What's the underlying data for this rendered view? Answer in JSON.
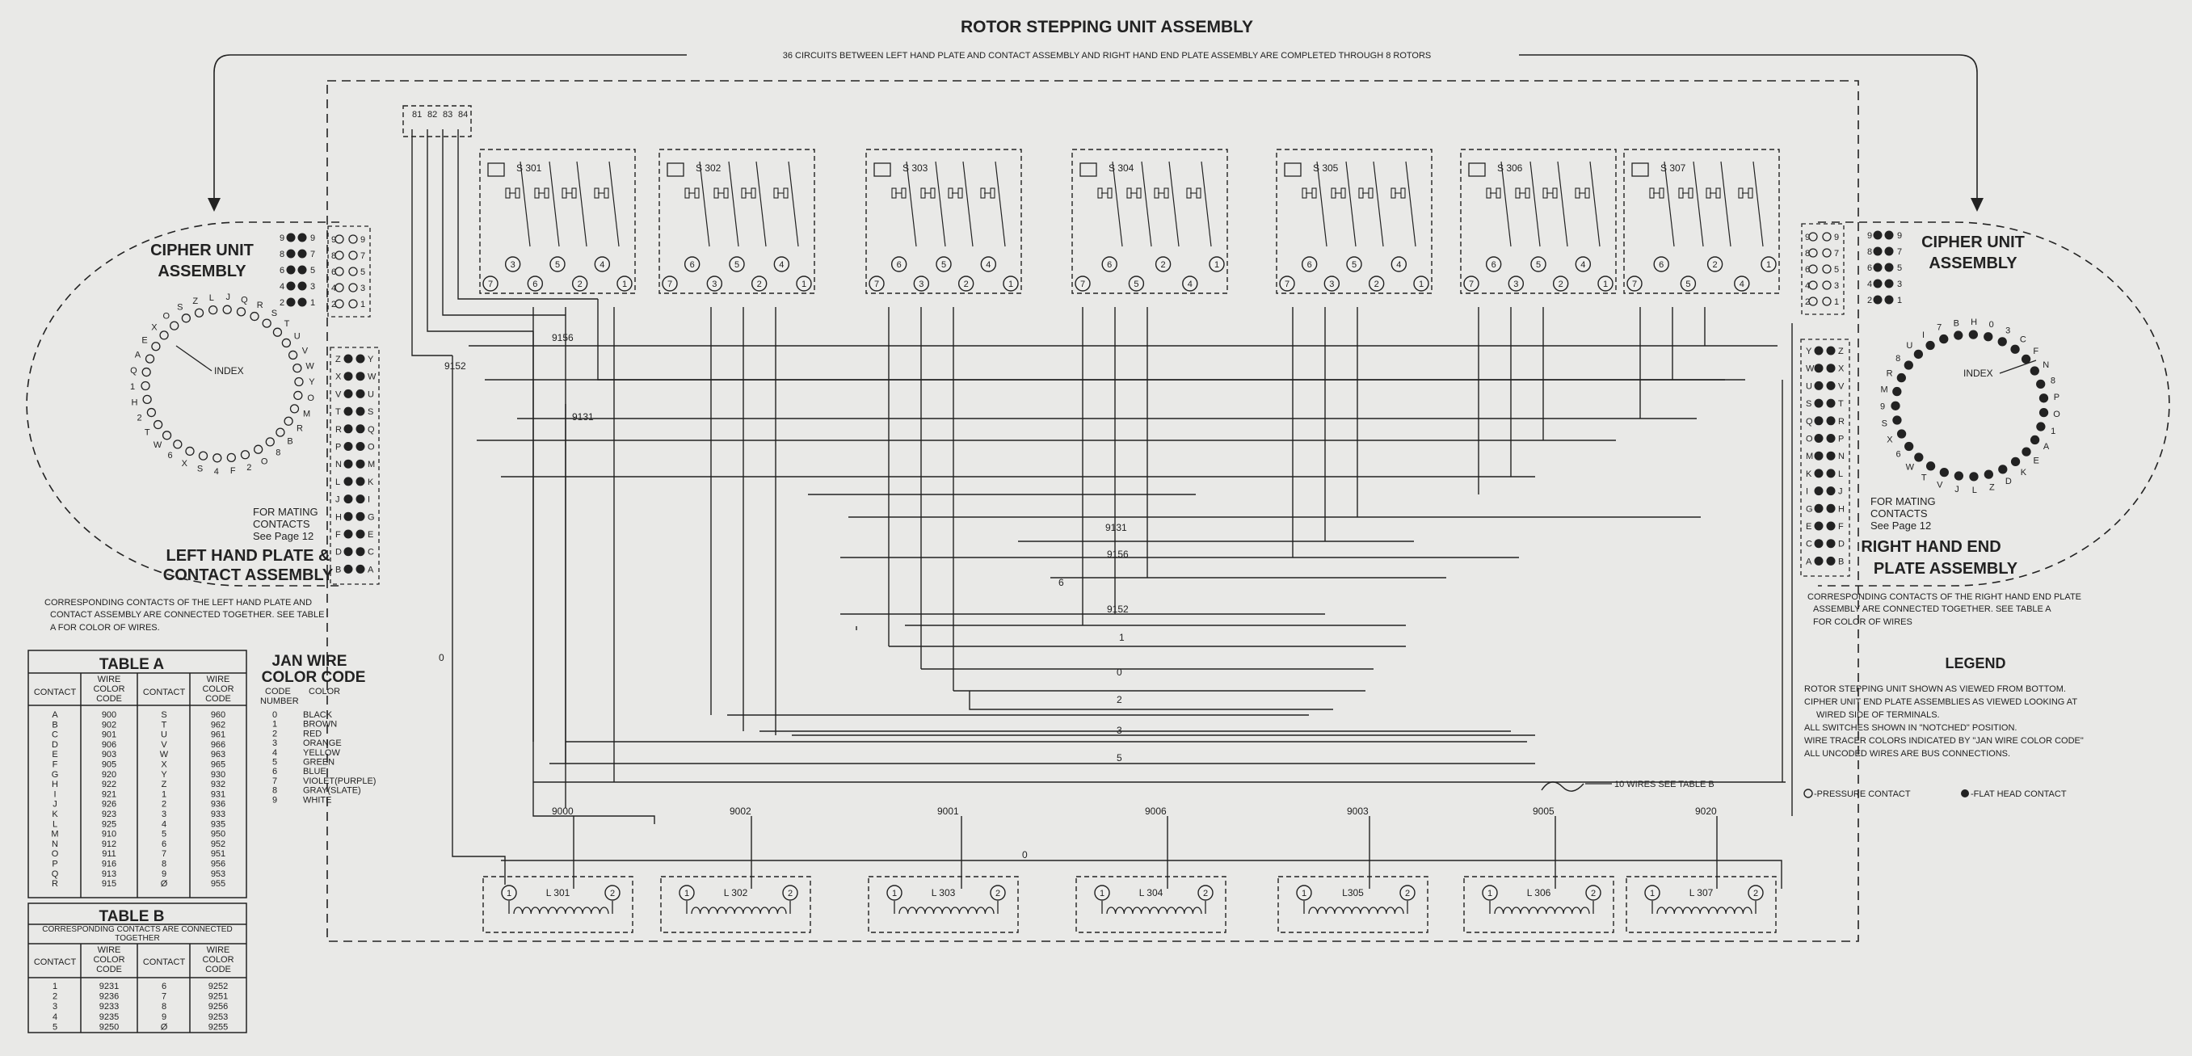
{
  "title": "ROTOR STEPPING UNIT ASSEMBLY",
  "circuits_note": "36 CIRCUITS BETWEEN LEFT HAND PLATE AND CONTACT ASSEMBLY AND RIGHT HAND END PLATE ASSEMBLY ARE COMPLETED THROUGH 8 ROTORS",
  "bus_box": {
    "labels": [
      "81",
      "82",
      "83",
      "84"
    ]
  },
  "switches": [
    {
      "label": "S 301",
      "terminals": [
        "7",
        "3",
        "6",
        "5",
        "2",
        "4",
        "1"
      ]
    },
    {
      "label": "S 302",
      "terminals": [
        "7",
        "6",
        "3",
        "5",
        "2",
        "4",
        "1"
      ]
    },
    {
      "label": "S 303",
      "terminals": [
        "7",
        "6",
        "3",
        "5",
        "2",
        "4",
        "1"
      ]
    },
    {
      "label": "S 304",
      "terminals": [
        "7",
        "6",
        "5",
        "2",
        "4",
        "1"
      ]
    },
    {
      "label": "S 305",
      "terminals": [
        "7",
        "6",
        "3",
        "5",
        "2",
        "4",
        "1"
      ]
    },
    {
      "label": "S 306",
      "terminals": [
        "7",
        "6",
        "3",
        "5",
        "2",
        "4",
        "1"
      ]
    },
    {
      "label": "S 307",
      "terminals": [
        "7",
        "6",
        "5",
        "2",
        "4",
        "1"
      ]
    }
  ],
  "coils": [
    {
      "label": "L 301",
      "wire": "9000"
    },
    {
      "label": "L 302",
      "wire": "9002"
    },
    {
      "label": "L 303",
      "wire": "9001"
    },
    {
      "label": "L 304",
      "wire": "9006"
    },
    {
      "label": "L305",
      "wire": "9003"
    },
    {
      "label": "L 306",
      "wire": "9005"
    },
    {
      "label": "L 307",
      "wire": "9020"
    }
  ],
  "coil_terminals": [
    "1",
    "2"
  ],
  "wire_labels": {
    "w9156a": "9156",
    "w9152a": "9152",
    "w9131a": "9131",
    "w9131b": "9131",
    "w9156b": "9156",
    "w6": "6",
    "w9152b": "9152",
    "w1": "1",
    "w0a": "0",
    "w2": "2",
    "w3": "3",
    "w5": "5",
    "w0b": "0",
    "w0c": "0"
  },
  "ten_wires_note": "10 WIRES SEE TABLE B",
  "left_unit": {
    "cipher_title_1": "CIPHER UNIT",
    "cipher_title_2": "ASSEMBLY",
    "index_label": "INDEX",
    "top_rows": [
      [
        "9",
        "9"
      ],
      [
        "8",
        "7"
      ],
      [
        "6",
        "5"
      ],
      [
        "4",
        "3"
      ],
      [
        "2",
        "1"
      ]
    ],
    "grid_rows": [
      [
        "Z",
        "Y"
      ],
      [
        "X",
        "W"
      ],
      [
        "V",
        "U"
      ],
      [
        "T",
        "S"
      ],
      [
        "R",
        "Q"
      ],
      [
        "P",
        "O"
      ],
      [
        "N",
        "M"
      ],
      [
        "L",
        "K"
      ],
      [
        "J",
        "I"
      ],
      [
        "H",
        "G"
      ],
      [
        "F",
        "E"
      ],
      [
        "D",
        "C"
      ],
      [
        "B",
        "A"
      ]
    ],
    "ring_top": [
      "Q",
      "R",
      "S",
      "T",
      "U",
      "V",
      "W"
    ],
    "ring_left": [
      "1",
      "Q",
      "A",
      "E",
      "X",
      "O",
      "S",
      "Z",
      "L",
      "J"
    ],
    "ring_right": [
      "Y",
      "O",
      "M",
      "R",
      "B",
      "8",
      "O",
      "2",
      "F"
    ],
    "ring_bottom": [
      "4",
      "S",
      "X",
      "6",
      "W",
      "T",
      "2",
      "H"
    ],
    "mating_1": "FOR MATING",
    "mating_2": "CONTACTS",
    "mating_3": "See Page 12",
    "plate_title_1": "LEFT HAND PLATE &",
    "plate_title_2": "CONTACT ASSEMBLY",
    "note": [
      "CORRESPONDING CONTACTS OF THE LEFT HAND PLATE AND",
      "CONTACT ASSEMBLY ARE CONNECTED TOGETHER. SEE TABLE",
      "A  FOR COLOR OF WIRES."
    ]
  },
  "right_unit": {
    "cipher_title_1": "CIPHER UNIT",
    "cipher_title_2": "ASSEMBLY",
    "index_label": "INDEX",
    "top_rows": [
      [
        "9",
        "9"
      ],
      [
        "8",
        "7"
      ],
      [
        "6",
        "5"
      ],
      [
        "4",
        "3"
      ],
      [
        "2",
        "1"
      ]
    ],
    "grid_rows": [
      [
        "Y",
        "Z"
      ],
      [
        "W",
        "X"
      ],
      [
        "U",
        "V"
      ],
      [
        "S",
        "T"
      ],
      [
        "Q",
        "R"
      ],
      [
        "O",
        "P"
      ],
      [
        "M",
        "N"
      ],
      [
        "K",
        "L"
      ],
      [
        "I",
        "J"
      ],
      [
        "G",
        "H"
      ],
      [
        "E",
        "F"
      ],
      [
        "C",
        "D"
      ],
      [
        "A",
        "B"
      ]
    ],
    "ring_top": [
      "0",
      "3",
      "C",
      "F",
      "N",
      "8"
    ],
    "ring_left": [
      "9",
      "M",
      "R",
      "8",
      "U",
      "I",
      "7",
      "B",
      "H"
    ],
    "ring_right": [
      "P",
      "O",
      "1",
      "A",
      "E",
      "K",
      "D",
      "Z",
      "L",
      "J"
    ],
    "ring_bottom": [
      "V",
      "T",
      "W",
      "6",
      "X",
      "S"
    ],
    "mating_1": "FOR MATING",
    "mating_2": "CONTACTS",
    "mating_3": "See Page 12",
    "plate_title_1": "RIGHT HAND END",
    "plate_title_2": "PLATE ASSEMBLY",
    "note": [
      "CORRESPONDING CONTACTS OF THE RIGHT HAND END PLATE",
      "ASSEMBLY ARE CONNECTED TOGETHER. SEE TABLE  A",
      "FOR COLOR OF WIRES"
    ]
  },
  "table_a": {
    "title": "TABLE A",
    "headers": [
      "CONTACT",
      "WIRE COLOR CODE",
      "CONTACT",
      "WIRE COLOR CODE"
    ],
    "rows": [
      [
        "A",
        "900",
        "S",
        "960"
      ],
      [
        "B",
        "902",
        "T",
        "962"
      ],
      [
        "C",
        "901",
        "U",
        "961"
      ],
      [
        "D",
        "906",
        "V",
        "966"
      ],
      [
        "E",
        "903",
        "W",
        "963"
      ],
      [
        "F",
        "905",
        "X",
        "965"
      ],
      [
        "G",
        "920",
        "Y",
        "930"
      ],
      [
        "H",
        "922",
        "Z",
        "932"
      ],
      [
        "I",
        "921",
        "1",
        "931"
      ],
      [
        "J",
        "926",
        "2",
        "936"
      ],
      [
        "K",
        "923",
        "3",
        "933"
      ],
      [
        "L",
        "925",
        "4",
        "935"
      ],
      [
        "M",
        "910",
        "5",
        "950"
      ],
      [
        "N",
        "912",
        "6",
        "952"
      ],
      [
        "O",
        "911",
        "7",
        "951"
      ],
      [
        "P",
        "916",
        "8",
        "956"
      ],
      [
        "Q",
        "913",
        "9",
        "953"
      ],
      [
        "R",
        "915",
        "Ø",
        "955"
      ]
    ]
  },
  "table_b": {
    "title": "TABLE B",
    "subtitle": "CORRESPONDING CONTACTS ARE CONNECTED TOGETHER",
    "headers": [
      "CONTACT",
      "WIRE COLOR CODE",
      "CONTACT",
      "WIRE COLOR CODE"
    ],
    "rows": [
      [
        "1",
        "9231",
        "6",
        "9252"
      ],
      [
        "2",
        "9236",
        "7",
        "9251"
      ],
      [
        "3",
        "9233",
        "8",
        "9256"
      ],
      [
        "4",
        "9235",
        "9",
        "9253"
      ],
      [
        "5",
        "9250",
        "Ø",
        "9255"
      ]
    ]
  },
  "jan_code": {
    "title_1": "JAN WIRE",
    "title_2": "COLOR CODE",
    "head_1": "CODE",
    "head_2": "NUMBER",
    "head_3": "COLOR",
    "rows": [
      [
        "0",
        "BLACK"
      ],
      [
        "1",
        "BROWN"
      ],
      [
        "2",
        "RED"
      ],
      [
        "3",
        "ORANGE"
      ],
      [
        "4",
        "YELLOW"
      ],
      [
        "5",
        "GREEN"
      ],
      [
        "6",
        "BLUE"
      ],
      [
        "7",
        "VIOLET(PURPLE)"
      ],
      [
        "8",
        "GRAY(SLATE)"
      ],
      [
        "9",
        "WHITE"
      ]
    ]
  },
  "legend": {
    "title": "LEGEND",
    "lines": [
      "ROTOR STEPPING UNIT SHOWN AS VIEWED FROM BOTTOM.",
      "CIPHER UNIT END PLATE ASSEMBLIES AS VIEWED LOOKING AT",
      "WIRED SIDE OF TERMINALS.",
      "ALL SWITCHES SHOWN IN \"NOTCHED\" POSITION.",
      "WIRE TRACER COLORS INDICATED BY \"JAN WIRE COLOR CODE\"",
      "ALL UNCODED WIRES ARE BUS CONNECTIONS."
    ],
    "pressure": "-PRESSURE CONTACT",
    "flat": "-FLAT HEAD CONTACT"
  },
  "colors": {
    "paper": "#e9e9e7",
    "ink": "#222222"
  }
}
